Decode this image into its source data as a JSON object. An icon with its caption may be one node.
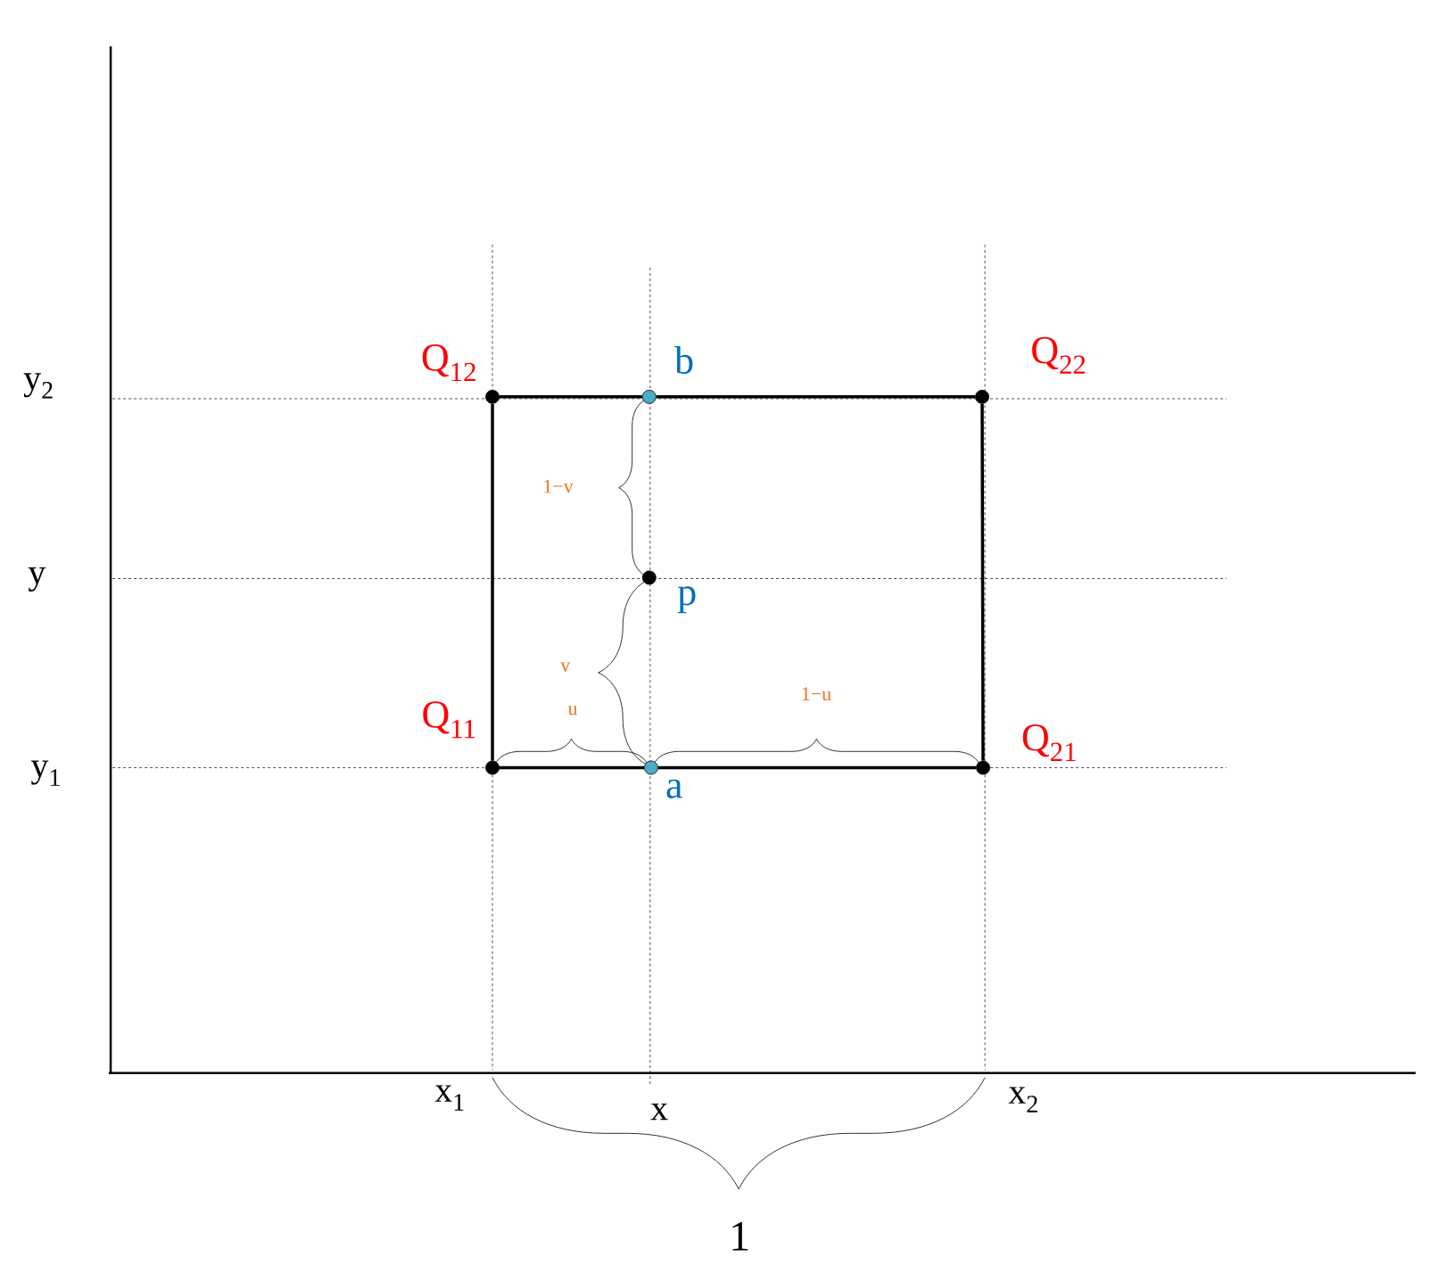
{
  "diagram": {
    "nodes": [
      {
        "text": [
          "Q$_{12}$"
        ]
      },
      {
        "text": [
          "b"
        ]
      },
      {
        "text": [
          "Q$_{22}$"
        ]
      },
      {
        "text": [
          "p"
        ]
      },
      {
        "text": [
          "Q$_{11}$"
        ]
      },
      {
        "text": [
          "a"
        ]
      },
      {
        "text": [
          "Q$_{21}$"
        ]
      }
    ],
    "edges": [
      {
        "from": 0,
        "to": 1,
        "arrow": "none"
      },
      {
        "from": 1,
        "to": 2,
        "arrow": "none"
      },
      {
        "from": 4,
        "to": 5,
        "arrow": "none"
      },
      {
        "from": 5,
        "to": 6,
        "arrow": "none"
      },
      {
        "from": 4,
        "to": 0,
        "arrow": "none"
      },
      {
        "from": 6,
        "to": 2,
        "arrow": "none"
      }
    ],
    "labels": [
      "y$_{2}$",
      "y",
      "1−v",
      "v",
      "u",
      "1−u",
      "y$_{1}$",
      "x$_{1}$",
      "x",
      "x$_{2}$",
      "1"
    ]
  }
}
